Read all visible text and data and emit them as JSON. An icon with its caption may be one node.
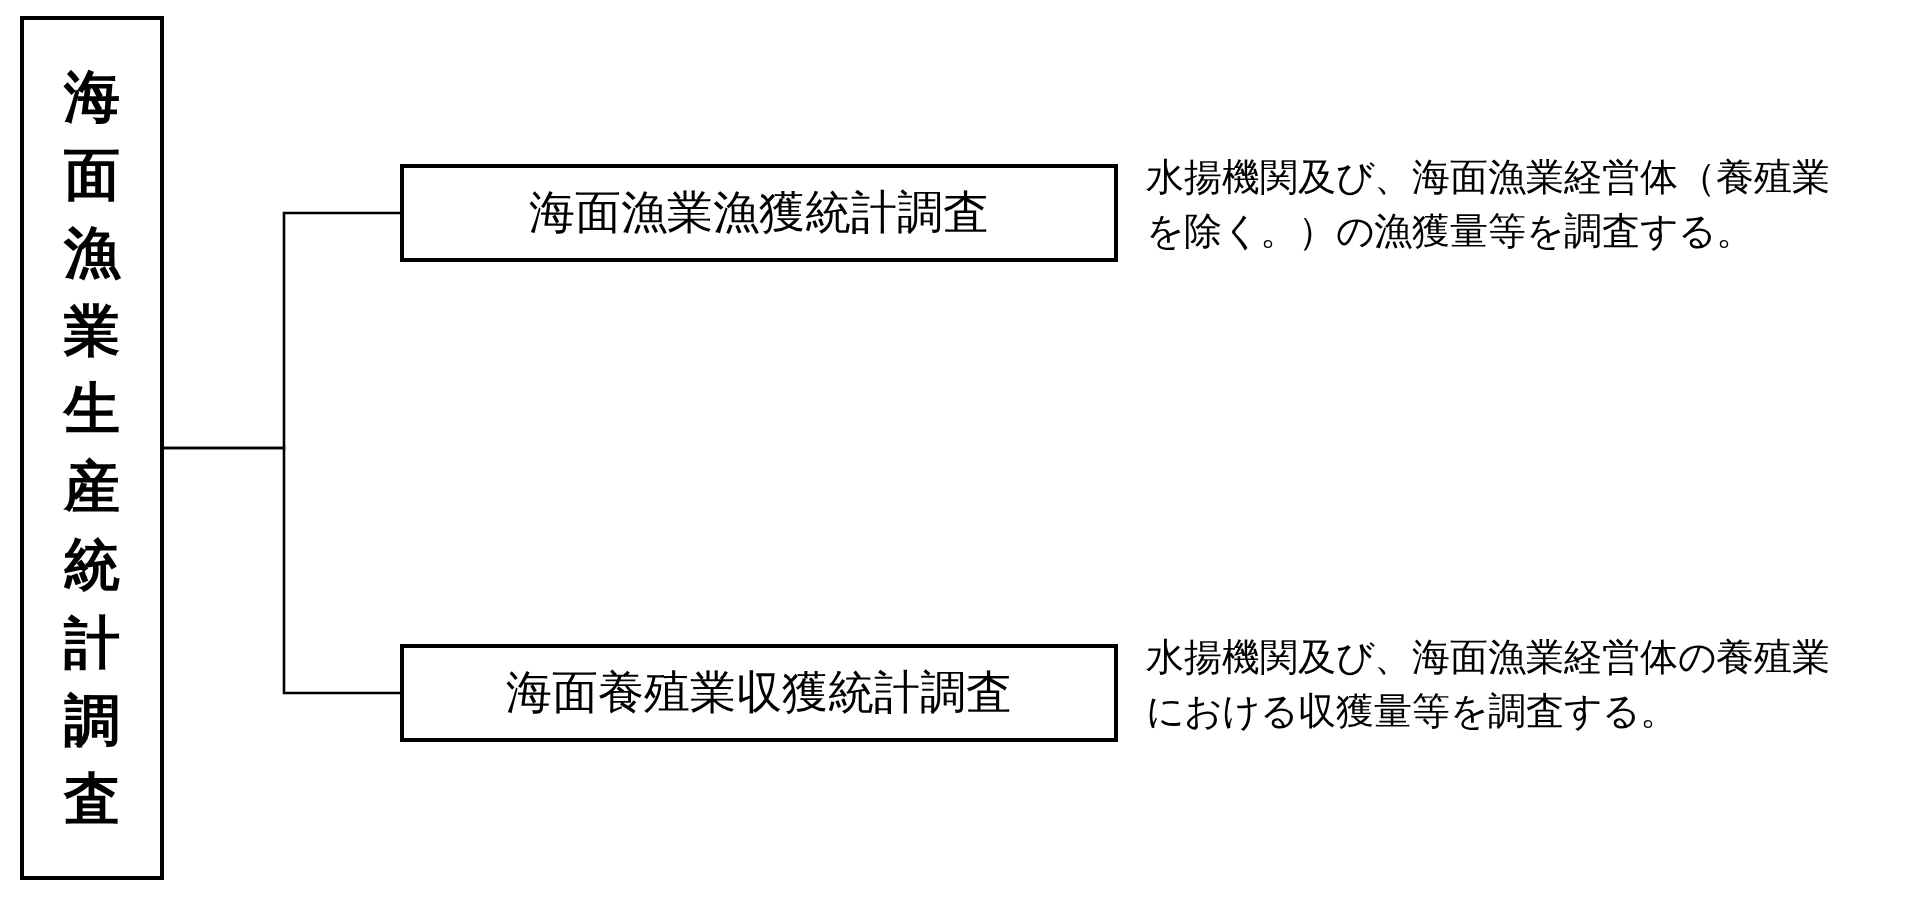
{
  "diagram": {
    "nodes": [
      {
        "text": [
          "海面漁業生産統計調査"
        ]
      },
      {
        "text": [
          "海面漁業漁獲統計調査"
        ],
        "beside": [
          "水揚機関及び、海面漁業経営体（養殖業を除く。）の漁獲量等を調査する。"
        ]
      },
      {
        "text": [
          "海面養殖業収獲統計調査"
        ],
        "beside": [
          "水揚機関及び、海面漁業経営体の養殖業における収獲量等を調査する。"
        ]
      }
    ],
    "edges": [
      {
        "from": 0,
        "to": 1,
        "arrow": "none"
      },
      {
        "from": 0,
        "to": 2,
        "arrow": "none"
      }
    ]
  }
}
